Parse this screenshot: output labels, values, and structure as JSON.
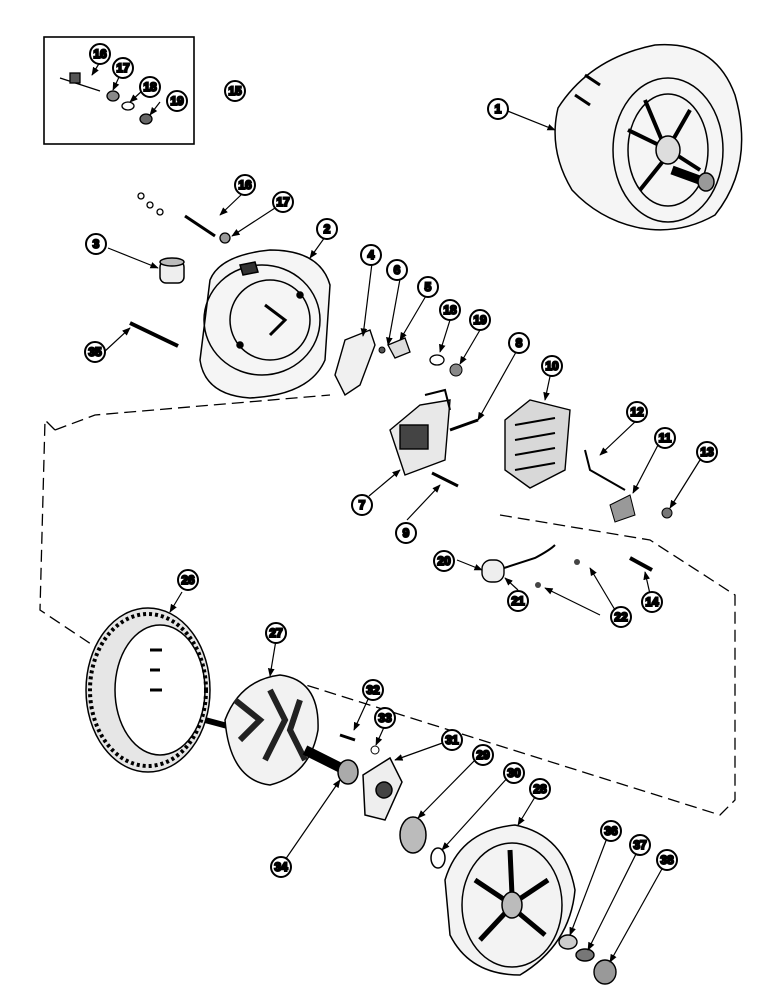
{
  "callouts": {
    "c1": "1",
    "c2": "2",
    "c3": "3",
    "c4": "4",
    "c5": "5",
    "c6": "6",
    "c7": "7",
    "c8": "8",
    "c9": "9",
    "c10": "10",
    "c11": "11",
    "c12": "12",
    "c13": "13",
    "c14": "14",
    "c15": "15",
    "c16_inset": "16",
    "c17_inset": "17",
    "c18_inset": "18",
    "c19_inset": "19",
    "c16": "16",
    "c17": "17",
    "c18": "18",
    "c19": "19",
    "c20": "20",
    "c21": "21",
    "c22": "22",
    "c26": "26",
    "c27": "27",
    "c28": "28",
    "c29": "29",
    "c30": "30",
    "c31": "31",
    "c32": "32",
    "c33": "33",
    "c34": "34",
    "c35": "35",
    "c36": "36",
    "c37": "37",
    "c38": "38"
  },
  "colors": {
    "ink": "#000000",
    "paper": "#ffffff"
  }
}
